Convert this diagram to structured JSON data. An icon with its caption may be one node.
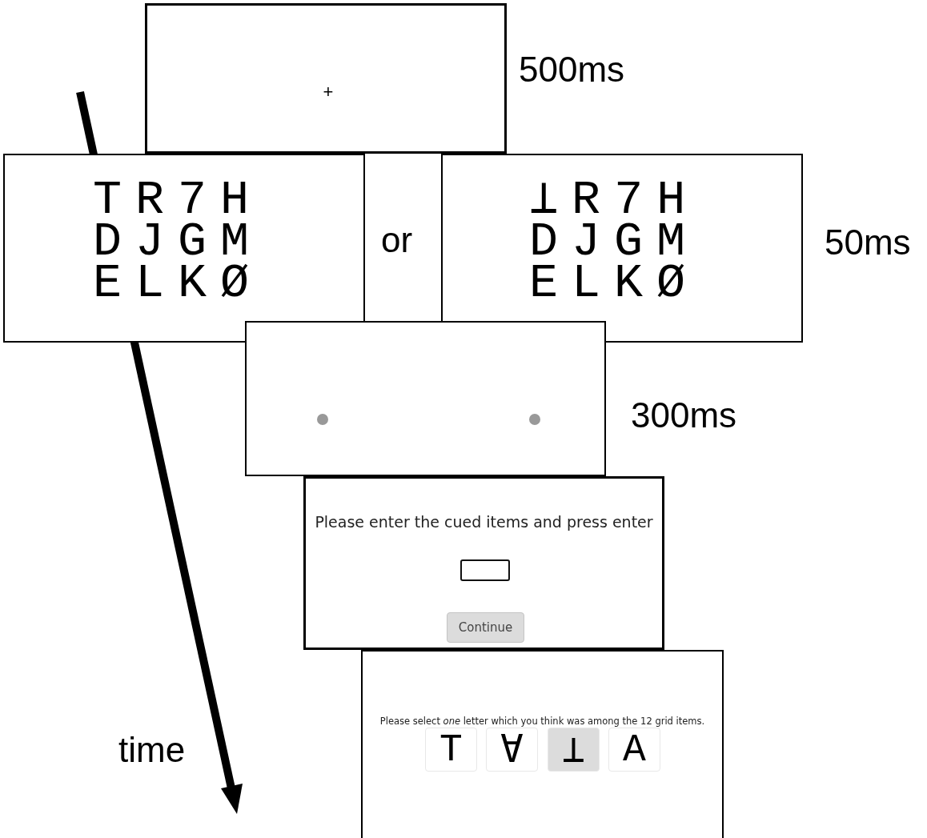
{
  "diagram": {
    "nodes": [
      {
        "text": [
          "+"
        ],
        "beside": [
          "500ms"
        ]
      },
      {
        "text": [
          "TR7H DJGM ELKØ"
        ]
      },
      {
        "text": [
          "⊥R7H DJGM ELKØ"
        ],
        "beside": [
          "50ms"
        ]
      },
      {
        "text": [],
        "shape": "box",
        "beside": [
          "300ms"
        ]
      },
      {
        "text": [
          "Please enter the cued items and press enter"
        ]
      },
      {
        "text": [
          "Continue"
        ],
        "in": 4
      },
      {
        "text": [
          "Please select *one* letter which you think was among the 12 grid items."
        ]
      },
      {
        "text": [
          "T"
        ],
        "in": 6
      },
      {
        "text": [
          "∀"
        ],
        "in": 6
      },
      {
        "text": [
          "⊥"
        ],
        "in": 6
      },
      {
        "text": [
          "A"
        ],
        "in": 6
      }
    ],
    "labels": [
      "or",
      "time"
    ]
  }
}
